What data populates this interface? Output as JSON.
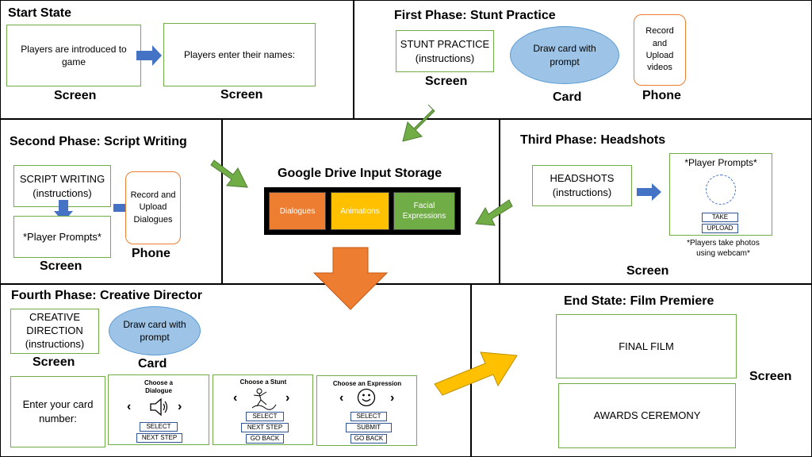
{
  "start": {
    "title": "Start State",
    "box1": "Players are introduced to game",
    "box2": "Players enter their names:",
    "label1": "Screen",
    "label2": "Screen"
  },
  "phase1": {
    "title": "First Phase: Stunt Practice",
    "instructions": "STUNT PRACTICE (instructions)",
    "card": "Draw card with prompt",
    "phone_box": "Record and Upload videos",
    "screen_label": "Screen",
    "card_label": "Card",
    "phone_label": "Phone"
  },
  "phase2": {
    "title": "Second Phase: Script Writing",
    "instructions": "SCRIPT WRITING (instructions)",
    "prompts": "*Player Prompts*",
    "phone_box": "Record and Upload Dialogues",
    "screen_label": "Screen",
    "phone_label": "Phone"
  },
  "storage": {
    "title": "Google Drive Input Storage",
    "segments": [
      "Dialogues",
      "Animations",
      "Facial Expressions"
    ],
    "colors": [
      "#ed7d31",
      "#ffc000",
      "#70ad47"
    ]
  },
  "phase3": {
    "title": "Third Phase: Headshots",
    "instructions": "HEADSHOTS (instructions)",
    "prompts": "*Player Prompts*",
    "take_button": "TAKE",
    "upload_button": "UPLOAD",
    "note": "*Players take photos using webcam*",
    "screen_label": "Screen"
  },
  "phase4": {
    "title": "Fourth Phase: Creative Director",
    "instructions": "CREATIVE DIRECTION (instructions)",
    "card": "Draw card with prompt",
    "screen_label": "Screen",
    "card_label": "Card",
    "enter_card": "Enter your card number:",
    "panel1": {
      "title": "Choose a Dialogue",
      "icon": "speaker-icon",
      "buttons": [
        "SELECT",
        "NEXT STEP"
      ]
    },
    "panel2": {
      "title": "Choose a Stunt",
      "icon": "stunt-figure-icon",
      "buttons": [
        "SELECT",
        "NEXT STEP",
        "GO BACK"
      ]
    },
    "panel3": {
      "title": "Choose an Expression",
      "icon": "smiley-icon",
      "buttons": [
        "SELECT",
        "SUBMIT",
        "GO BACK"
      ]
    },
    "chevron_left": "‹",
    "chevron_right": "›"
  },
  "end": {
    "title": "End State: Film Premiere",
    "final_film": "FINAL FILM",
    "awards": "AWARDS CEREMONY",
    "screen_label": "Screen"
  },
  "colors": {
    "green_border": "#70ad47",
    "orange_border": "#ed7d31",
    "blue_arrow": "#4472c4",
    "green_arrow": "#70ad47",
    "orange_arrow": "#ed7d31",
    "yellow_arrow": "#ffc000",
    "card_fill": "#9dc3e6"
  }
}
